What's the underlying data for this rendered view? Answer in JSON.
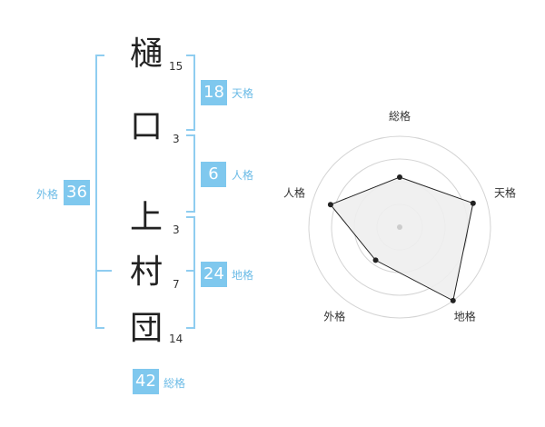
{
  "name": {
    "characters": [
      {
        "char": "樋",
        "strokes": "15"
      },
      {
        "char": "口",
        "strokes": "3"
      },
      {
        "char": "上",
        "strokes": "3"
      },
      {
        "char": "村",
        "strokes": "7"
      },
      {
        "char": "団",
        "strokes": "14"
      }
    ]
  },
  "fortune": {
    "tenkaku": {
      "value": "18",
      "label": "天格"
    },
    "jinkaku": {
      "value": "6",
      "label": "人格"
    },
    "chikaku": {
      "value": "24",
      "label": "地格"
    },
    "gaikaku": {
      "value": "36",
      "label": "外格"
    },
    "soukaku": {
      "value": "42",
      "label": "総格"
    }
  },
  "radar": {
    "axes": [
      "総格",
      "天格",
      "地格",
      "外格",
      "人格"
    ],
    "values": [
      0.55,
      0.85,
      1.0,
      0.45,
      0.8
    ]
  },
  "colors": {
    "badge": "#7fc8ee",
    "bracket": "#8fcdf0",
    "label": "#6bbbe6"
  }
}
